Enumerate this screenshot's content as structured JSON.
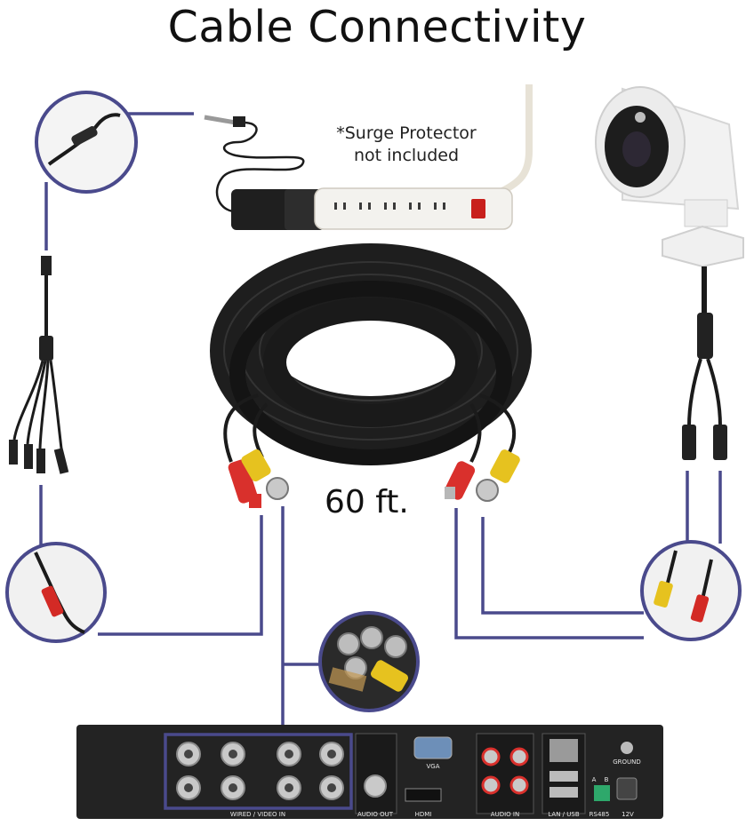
{
  "title": "Cable Connectivity",
  "surge_note": {
    "line1": "*Surge Protector",
    "line2": "not included"
  },
  "cable_length": "60 ft.",
  "dvr_panel": {
    "video_in": "WIRED / VIDEO IN",
    "audio_out": "AUDIO OUT",
    "vga": "VGA",
    "hdmi": "HDMI",
    "audio_in": "AUDIO IN",
    "lan_usb": "LAN / USB",
    "rs485": "RS485",
    "power": "12V",
    "ground": "GROUND",
    "port_a": "A",
    "port_b": "B"
  },
  "colors": {
    "connector_line": "#4a4a8c",
    "cable": "#1b1b1b",
    "bnc_yellow": "#e6c21f",
    "dc_red": "#d9302c",
    "dvr_body": "#232323"
  }
}
